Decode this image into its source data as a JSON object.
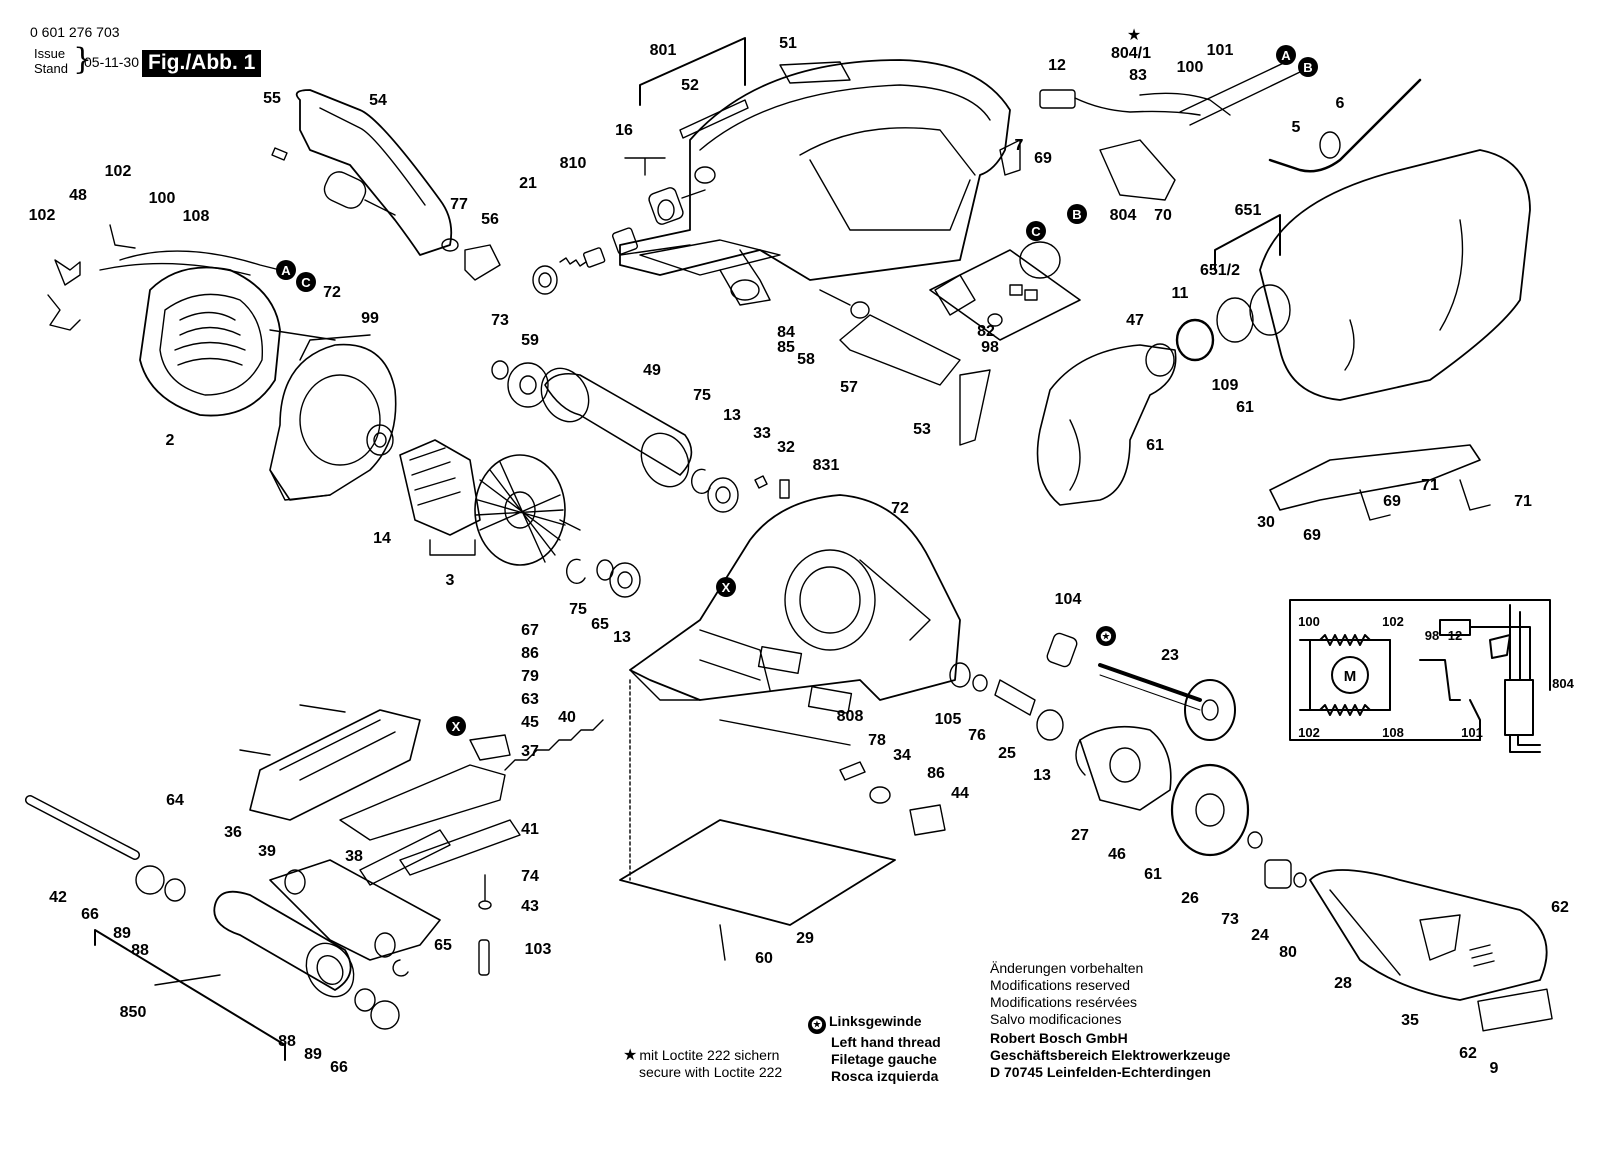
{
  "header": {
    "part_number": "0 601 276 703",
    "issue_label": "Issue",
    "stand_label": "Stand",
    "issue_date": "05-11-30",
    "figure_label": "Fig./Abb. 1"
  },
  "markers": {
    "A": "A",
    "B": "B",
    "C": "C",
    "X": "X"
  },
  "part_labels": [
    {
      "id": "l-51",
      "text": "51"
    },
    {
      "id": "l-801",
      "text": "801"
    },
    {
      "id": "l-52",
      "text": "52"
    },
    {
      "id": "l-16",
      "text": "16"
    },
    {
      "id": "l-810",
      "text": "810"
    },
    {
      "id": "l-21",
      "text": "21"
    },
    {
      "id": "l-7",
      "text": "7"
    },
    {
      "id": "l-69a",
      "text": "69"
    },
    {
      "id": "l-12a",
      "text": "12"
    },
    {
      "id": "l-804-1",
      "text": "804/1"
    },
    {
      "id": "l-83",
      "text": "83"
    },
    {
      "id": "l-100a",
      "text": "100"
    },
    {
      "id": "l-101a",
      "text": "101"
    },
    {
      "id": "l-6",
      "text": "6"
    },
    {
      "id": "l-5",
      "text": "5"
    },
    {
      "id": "l-804a",
      "text": "804"
    },
    {
      "id": "l-70",
      "text": "70"
    },
    {
      "id": "l-651",
      "text": "651"
    },
    {
      "id": "l-651-2",
      "text": "651/2"
    },
    {
      "id": "l-11",
      "text": "11"
    },
    {
      "id": "l-47",
      "text": "47"
    },
    {
      "id": "l-109",
      "text": "109"
    },
    {
      "id": "l-61a",
      "text": "61"
    },
    {
      "id": "l-61b",
      "text": "61"
    },
    {
      "id": "l-55",
      "text": "55"
    },
    {
      "id": "l-54",
      "text": "54"
    },
    {
      "id": "l-77",
      "text": "77"
    },
    {
      "id": "l-56",
      "text": "56"
    },
    {
      "id": "l-102a",
      "text": "102"
    },
    {
      "id": "l-48",
      "text": "48"
    },
    {
      "id": "l-100b",
      "text": "100"
    },
    {
      "id": "l-108a",
      "text": "108"
    },
    {
      "id": "l-102b",
      "text": "102"
    },
    {
      "id": "l-72a",
      "text": "72"
    },
    {
      "id": "l-99",
      "text": "99"
    },
    {
      "id": "l-2",
      "text": "2"
    },
    {
      "id": "l-14",
      "text": "14"
    },
    {
      "id": "l-3",
      "text": "3"
    },
    {
      "id": "l-73a",
      "text": "73"
    },
    {
      "id": "l-59",
      "text": "59"
    },
    {
      "id": "l-49",
      "text": "49"
    },
    {
      "id": "l-75a",
      "text": "75"
    },
    {
      "id": "l-13a",
      "text": "13"
    },
    {
      "id": "l-33",
      "text": "33"
    },
    {
      "id": "l-32",
      "text": "32"
    },
    {
      "id": "l-831",
      "text": "831"
    },
    {
      "id": "l-72b",
      "text": "72"
    },
    {
      "id": "l-84",
      "text": "84"
    },
    {
      "id": "l-85",
      "text": "85"
    },
    {
      "id": "l-58",
      "text": "58"
    },
    {
      "id": "l-82",
      "text": "82"
    },
    {
      "id": "l-98a",
      "text": "98"
    },
    {
      "id": "l-57",
      "text": "57"
    },
    {
      "id": "l-53",
      "text": "53"
    },
    {
      "id": "l-75b",
      "text": "75"
    },
    {
      "id": "l-65a",
      "text": "65"
    },
    {
      "id": "l-13b",
      "text": "13"
    },
    {
      "id": "l-104",
      "text": "104"
    },
    {
      "id": "l-23",
      "text": "23"
    },
    {
      "id": "l-105",
      "text": "105"
    },
    {
      "id": "l-76",
      "text": "76"
    },
    {
      "id": "l-25",
      "text": "25"
    },
    {
      "id": "l-13c",
      "text": "13"
    },
    {
      "id": "l-808",
      "text": "808"
    },
    {
      "id": "l-78",
      "text": "78"
    },
    {
      "id": "l-34",
      "text": "34"
    },
    {
      "id": "l-86a",
      "text": "86"
    },
    {
      "id": "l-44",
      "text": "44"
    },
    {
      "id": "l-27",
      "text": "27"
    },
    {
      "id": "l-46",
      "text": "46"
    },
    {
      "id": "l-61c",
      "text": "61"
    },
    {
      "id": "l-26",
      "text": "26"
    },
    {
      "id": "l-73b",
      "text": "73"
    },
    {
      "id": "l-24",
      "text": "24"
    },
    {
      "id": "l-80",
      "text": "80"
    },
    {
      "id": "l-28",
      "text": "28"
    },
    {
      "id": "l-35",
      "text": "35"
    },
    {
      "id": "l-62a",
      "text": "62"
    },
    {
      "id": "l-62b",
      "text": "62"
    },
    {
      "id": "l-9",
      "text": "9"
    },
    {
      "id": "l-30",
      "text": "30"
    },
    {
      "id": "l-69b",
      "text": "69"
    },
    {
      "id": "l-69c",
      "text": "69"
    },
    {
      "id": "l-71a",
      "text": "71"
    },
    {
      "id": "l-71b",
      "text": "71"
    },
    {
      "id": "l-67",
      "text": "67"
    },
    {
      "id": "l-86b",
      "text": "86"
    },
    {
      "id": "l-79",
      "text": "79"
    },
    {
      "id": "l-63",
      "text": "63"
    },
    {
      "id": "l-45",
      "text": "45"
    },
    {
      "id": "l-37",
      "text": "37"
    },
    {
      "id": "l-40",
      "text": "40"
    },
    {
      "id": "l-64",
      "text": "64"
    },
    {
      "id": "l-36",
      "text": "36"
    },
    {
      "id": "l-39",
      "text": "39"
    },
    {
      "id": "l-38",
      "text": "38"
    },
    {
      "id": "l-41",
      "text": "41"
    },
    {
      "id": "l-74",
      "text": "74"
    },
    {
      "id": "l-43",
      "text": "43"
    },
    {
      "id": "l-103",
      "text": "103"
    },
    {
      "id": "l-42",
      "text": "42"
    },
    {
      "id": "l-66a",
      "text": "66"
    },
    {
      "id": "l-89a",
      "text": "89"
    },
    {
      "id": "l-88a",
      "text": "88"
    },
    {
      "id": "l-850",
      "text": "850"
    },
    {
      "id": "l-65b",
      "text": "65"
    },
    {
      "id": "l-88b",
      "text": "88"
    },
    {
      "id": "l-89b",
      "text": "89"
    },
    {
      "id": "l-66b",
      "text": "66"
    },
    {
      "id": "l-29",
      "text": "29"
    },
    {
      "id": "l-60",
      "text": "60"
    }
  ],
  "wiring": {
    "labels": [
      {
        "id": "w-100",
        "text": "100"
      },
      {
        "id": "w-102a",
        "text": "102"
      },
      {
        "id": "w-98",
        "text": "98"
      },
      {
        "id": "w-12",
        "text": "12"
      },
      {
        "id": "w-804",
        "text": "804"
      },
      {
        "id": "w-102b",
        "text": "102"
      },
      {
        "id": "w-108",
        "text": "108"
      },
      {
        "id": "w-101",
        "text": "101"
      }
    ],
    "motor_symbol": "M"
  },
  "notes": {
    "left_hand_thread": [
      "Linksgewinde",
      "Left hand thread",
      "Filetage gauche",
      "Rosca izquierda"
    ],
    "loctite": [
      "mit Loctite 222 sichern",
      "secure with Loctite 222"
    ],
    "changes": [
      "Änderungen vorbehalten",
      "Modifications reserved",
      "Modifications resérvées",
      "Salvo modificaciones"
    ],
    "company": [
      "Robert Bosch GmbH",
      "Geschäftsbereich Elektrowerkzeuge",
      "D 70745 Leinfelden-Echterdingen"
    ]
  }
}
